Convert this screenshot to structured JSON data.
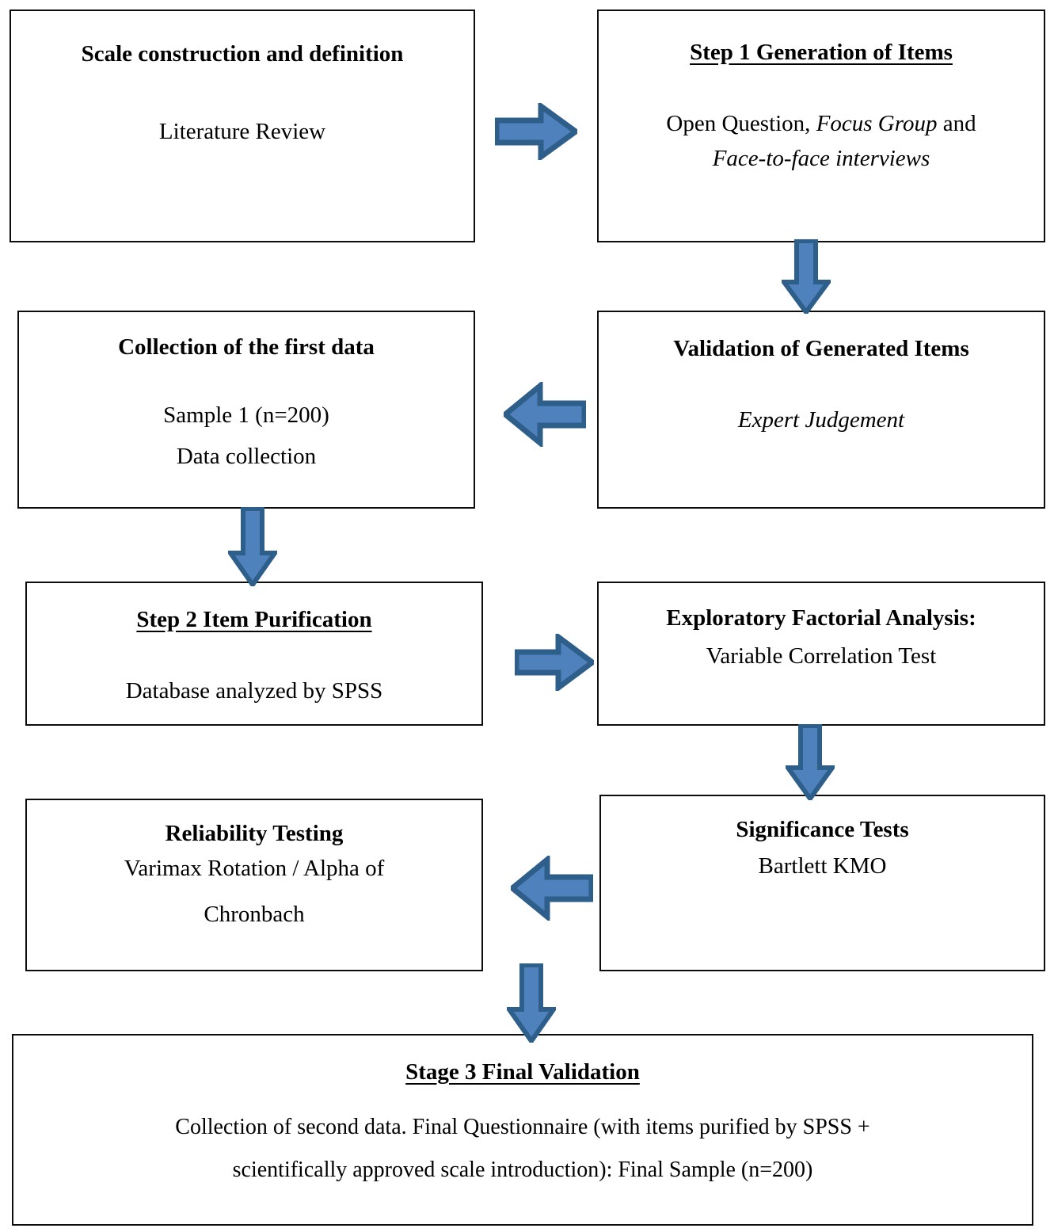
{
  "diagram": {
    "title": "Scale development and validation flowchart",
    "colors": {
      "box_border": "#0d0d0d",
      "box_fill": "#ffffff",
      "arrow_fill": "#4f81bd",
      "arrow_border": "#2e5f8a",
      "text": "#000000"
    },
    "nodes": [
      {
        "id": "scale",
        "title": "Scale construction and definition",
        "title_underlined": false,
        "body": "Literature Review"
      },
      {
        "id": "step1",
        "title": "Step 1 Generation of Items",
        "title_underlined": true,
        "body_line1_pre": "Open Question, ",
        "body_line1_em": "Focus Group",
        "body_line1_post": " and",
        "body_line2_em": "Face-to-face interviews"
      },
      {
        "id": "collection",
        "title": "Collection of the first data",
        "title_underlined": false,
        "body_line1": "Sample 1 (n=200)",
        "body_line2": "Data collection"
      },
      {
        "id": "validation",
        "title": "Validation of Generated Items",
        "title_underlined": false,
        "body": "Expert Judgement"
      },
      {
        "id": "step2",
        "title": "Step 2 Item Purification",
        "title_underlined": true,
        "body": "Database analyzed by SPSS"
      },
      {
        "id": "efa",
        "title": "Exploratory Factorial Analysis:",
        "title_underlined": false,
        "body": "Variable Correlation Test"
      },
      {
        "id": "reliability",
        "title": "Reliability Testing",
        "title_underlined": false,
        "body_line1": "Varimax Rotation / Alpha of",
        "body_line2": "Chronbach"
      },
      {
        "id": "significance",
        "title": "Significance Tests",
        "title_underlined": false,
        "body": "Bartlett KMO"
      },
      {
        "id": "stage3",
        "title": "Stage 3 Final Validation",
        "title_underlined": true,
        "body_line1": "Collection of second data. Final Questionnaire (with items purified by SPSS +",
        "body_line2": "scientifically approved scale introduction): Final Sample (n=200)"
      }
    ],
    "arrows": [
      {
        "id": "arrow-1",
        "direction": "right",
        "from": "scale",
        "to": "step1"
      },
      {
        "id": "arrow-2",
        "direction": "down",
        "from": "step1",
        "to": "validation"
      },
      {
        "id": "arrow-3",
        "direction": "left",
        "from": "validation",
        "to": "collection"
      },
      {
        "id": "arrow-4",
        "direction": "down",
        "from": "collection",
        "to": "step2"
      },
      {
        "id": "arrow-5",
        "direction": "right",
        "from": "step2",
        "to": "efa"
      },
      {
        "id": "arrow-6",
        "direction": "down",
        "from": "efa",
        "to": "significance"
      },
      {
        "id": "arrow-7",
        "direction": "left",
        "from": "significance",
        "to": "reliability"
      },
      {
        "id": "arrow-8",
        "direction": "down",
        "from": "reliability",
        "to": "stage3"
      }
    ]
  }
}
